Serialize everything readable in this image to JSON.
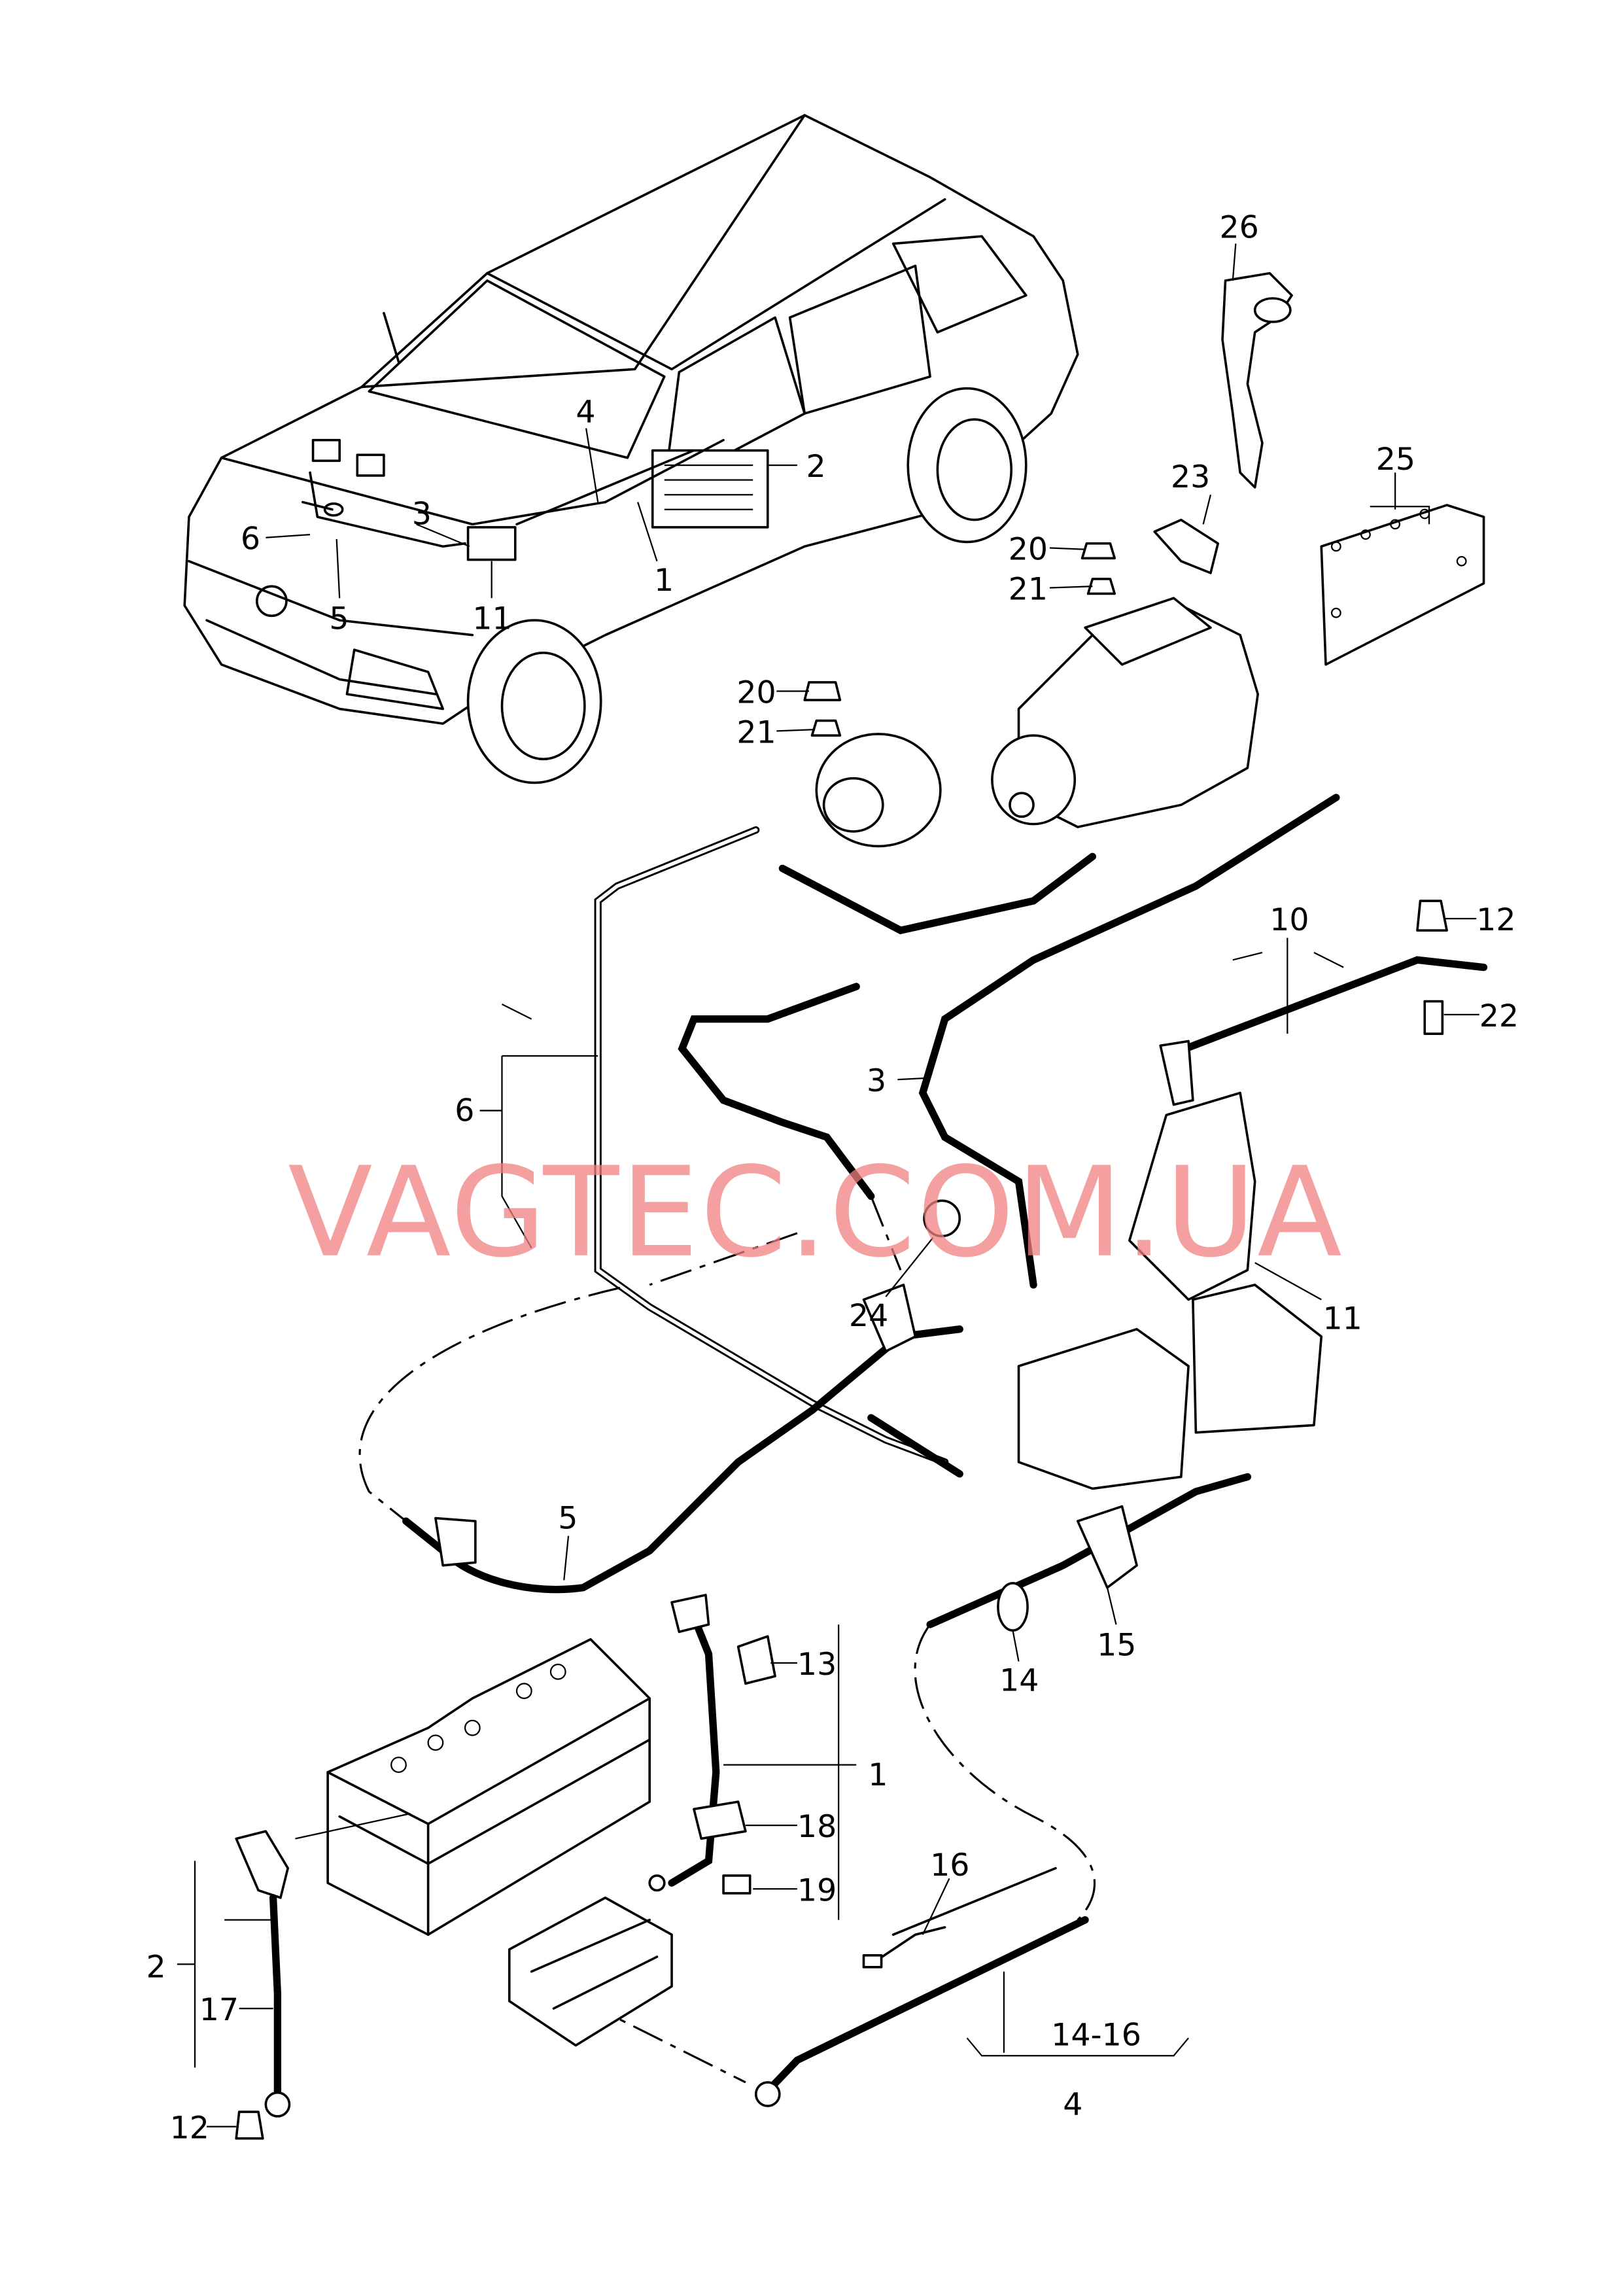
{
  "watermark": "VAGTEC.COM.UA",
  "colors": {
    "watermark": "#f08080",
    "lines": "#000000",
    "background": "#ffffff"
  },
  "callouts": {
    "car": {
      "c4": "4",
      "c2": "2",
      "c3": "3",
      "c6": "6",
      "c5": "5",
      "c11": "11",
      "c1": "1"
    },
    "top_right": {
      "c26": "26",
      "c25": "25",
      "c23": "23",
      "c20a": "20",
      "c21a": "21",
      "c20b": "20",
      "c21b": "21"
    },
    "middle": {
      "c10": "10",
      "c12a": "12",
      "c22": "22",
      "c6": "6",
      "c3": "3",
      "c24": "24",
      "c11": "11",
      "c5": "5"
    },
    "lower": {
      "c13": "13",
      "c1": "1",
      "c18": "18",
      "c19": "19",
      "c15": "15",
      "c14": "14",
      "c2": "2",
      "c17": "17",
      "c12b": "12",
      "c16": "16",
      "c14_16": "14-16",
      "c4": "4"
    }
  }
}
